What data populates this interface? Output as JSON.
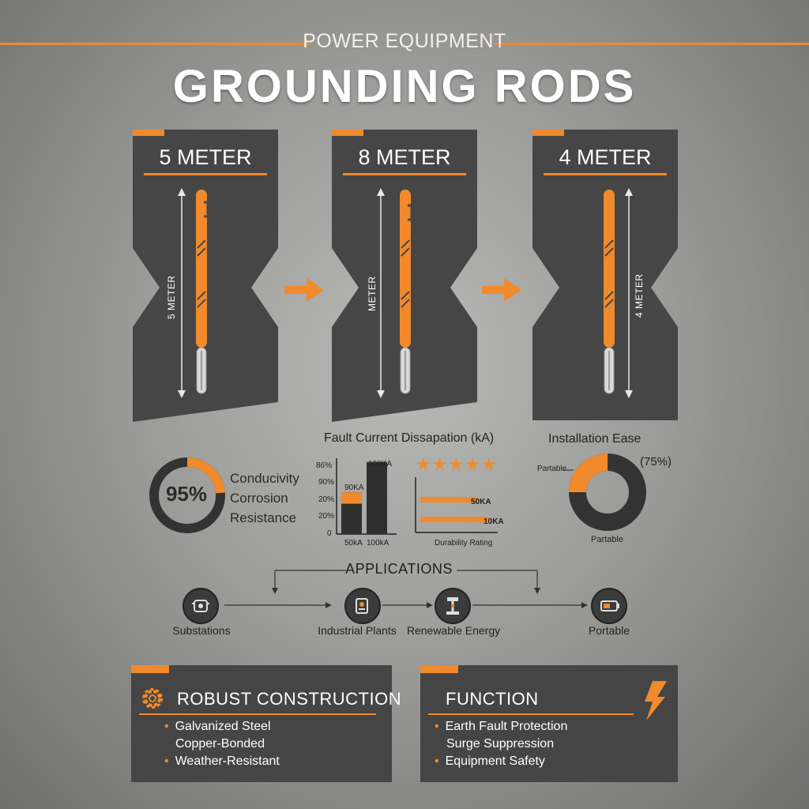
{
  "header": {
    "kicker": "POWER EQUIPMENT",
    "title": "GROUNDING RODS"
  },
  "rods": [
    {
      "title": "5 METER",
      "side_label": "5 METER"
    },
    {
      "title": "8 METER",
      "side_label": "METER"
    },
    {
      "title": "4 METER",
      "side_label": "4 METER"
    }
  ],
  "metrics": {
    "percent": "95%",
    "percent_value": 95,
    "lines": [
      "Conducivity",
      "Corrosion",
      "Resistance"
    ]
  },
  "chart_data": [
    {
      "type": "bar",
      "title": "Fault Current Dissapation (kA)",
      "ytick_labels": [
        "86%",
        "90%",
        "20%",
        "20%",
        "0"
      ],
      "categories": [
        "50kA",
        "100kA"
      ],
      "bar_labels": [
        "90KA",
        "100KA"
      ],
      "values": [
        0.55,
        0.95
      ],
      "highlight_fraction": 0.15
    },
    {
      "type": "bar",
      "orientation": "horizontal",
      "stars": "★★★★★",
      "bar_labels": [
        "50KA",
        "10KA"
      ],
      "values": [
        0.75,
        0.9
      ],
      "xlabel": "Durability Rating"
    },
    {
      "type": "pie",
      "title": "Installation Ease",
      "value_label": "(75%)",
      "value": 75,
      "slice_label": "Partable",
      "bottom_label": "Partable"
    }
  ],
  "applications": {
    "title": "APPLICATIONS",
    "items": [
      {
        "label": "Substations",
        "icon": "substation-icon"
      },
      {
        "label": "Industrial Plants",
        "icon": "factory-icon"
      },
      {
        "label": "Renewable Energy",
        "icon": "wind-turbine-icon"
      },
      {
        "label": "Portable",
        "icon": "portable-battery-icon"
      }
    ]
  },
  "cards": {
    "construction": {
      "title": "ROBUST CONSTRUCTION",
      "items": [
        "Galvanized Steel",
        "Copper-Bonded",
        "Weather-Resistant"
      ],
      "bulleted": [
        true,
        false,
        true
      ]
    },
    "function": {
      "title": "FUNCTION",
      "items": [
        "Earth Fault Protection",
        "Surge Suppression",
        "Equipment Safety"
      ],
      "bulleted": [
        true,
        false,
        true
      ]
    }
  },
  "colors": {
    "accent": "#f08a2c",
    "panel": "#464646",
    "dark": "#2f2f2f"
  }
}
